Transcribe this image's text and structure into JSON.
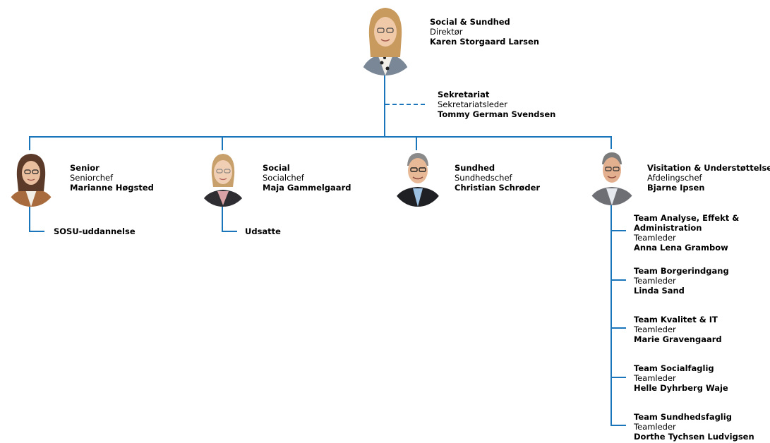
{
  "director": {
    "department": "Social & Sundhed",
    "role": "Direktør",
    "name": "Karen Storgaard Larsen"
  },
  "secretariat": {
    "department": "Sekretariat",
    "role": "Sekretariatsleder",
    "name": "Tommy German Svendsen"
  },
  "divisions": [
    {
      "department": "Senior",
      "role": "Seniorchef",
      "name": "Marianne Høgsted",
      "sub_unit": "SOSU-uddannelse"
    },
    {
      "department": "Social",
      "role": "Socialchef",
      "name": "Maja Gammelgaard",
      "sub_unit": "Udsatte"
    },
    {
      "department": "Sundhed",
      "role": "Sundhedschef",
      "name": "Christian Schrøder"
    },
    {
      "department": "Visitation & Understøttelse",
      "role": "Afdelingschef",
      "name": "Bjarne Ipsen"
    }
  ],
  "teams": [
    {
      "name": "Team Analyse, Effekt & Administration",
      "role": "Teamleder",
      "leader": "Anna Lena Grambow"
    },
    {
      "name": "Team Borgerindgang",
      "role": "Teamleder",
      "leader": "Linda Sand"
    },
    {
      "name": "Team Kvalitet & IT",
      "role": "Teamleder",
      "leader": "Marie Gravengaard"
    },
    {
      "name": "Team Socialfaglig",
      "role": "Teamleder",
      "leader": "Helle Dyhrberg Waje"
    },
    {
      "name": "Team Sundhedsfaglig",
      "role": "Teamleder",
      "leader": "Dorthe Tychsen Ludvigsen"
    }
  ],
  "colors": {
    "connector": "#1b75bb"
  }
}
